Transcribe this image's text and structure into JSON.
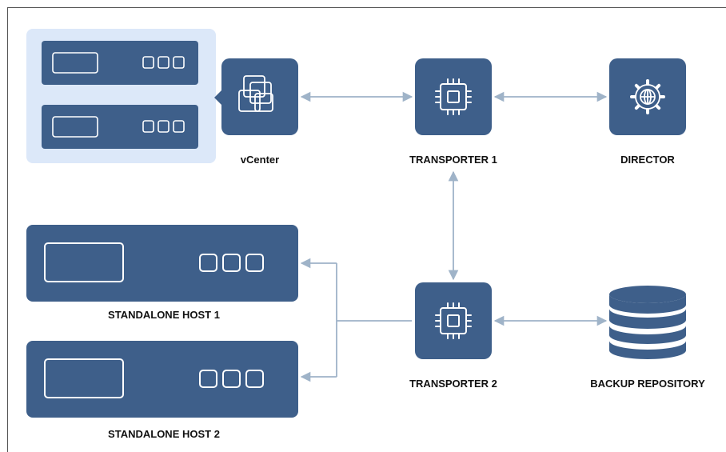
{
  "labels": {
    "vcenter": "vCenter",
    "transporter1": "TRANSPORTER 1",
    "director": "DIRECTOR",
    "transporter2": "TRANSPORTER 2",
    "backup_repository": "BACKUP REPOSITORY",
    "standalone_host_1": "STANDALONE HOST 1",
    "standalone_host_2": "STANDALONE HOST 2"
  },
  "icons": {
    "vcenter": "vcenter-overlapping-squares-icon",
    "transporter": "cpu-chip-icon",
    "director": "gear-globe-icon",
    "backup_repository": "database-icon",
    "server": "server-rack-icon"
  },
  "colors": {
    "node_fill": "#3e5f8a",
    "panel_fill": "#dce8f9",
    "connector": "#9fb3c8",
    "icon_stroke": "#ffffff"
  }
}
